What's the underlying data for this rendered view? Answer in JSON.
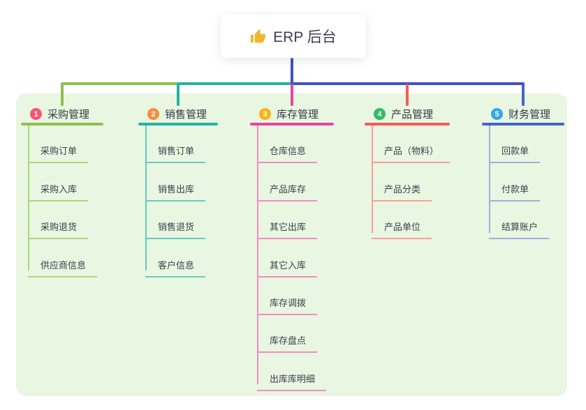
{
  "root": {
    "label": "ERP 后台",
    "icon": "thumbs-up",
    "line_color": "#3f51c1"
  },
  "panel": {
    "background": "#e9f6e1"
  },
  "branches": [
    {
      "number": "1",
      "label": "采购管理",
      "badge_color": "#f6566f",
      "line_color": "#8dc053",
      "child_line_color": "#abd67f",
      "children": [
        "采购订单",
        "采购入库",
        "采购退货",
        "供应商信息"
      ]
    },
    {
      "number": "2",
      "label": "销售管理",
      "badge_color": "#fa8c42",
      "line_color": "#23b3a4",
      "child_line_color": "#66cabd",
      "children": [
        "销售订单",
        "销售出库",
        "销售退货",
        "客户信息"
      ]
    },
    {
      "number": "3",
      "label": "库存管理",
      "badge_color": "#fbb117",
      "line_color": "#e6459e",
      "child_line_color": "#f18cc4",
      "children": [
        "仓库信息",
        "产品库存",
        "其它出库",
        "其它入库",
        "库存调拨",
        "库存盘点",
        "出库库明细"
      ]
    },
    {
      "number": "4",
      "label": "产品管理",
      "badge_color": "#2dbd64",
      "line_color": "#f85a55",
      "child_line_color": "#fa9e9b",
      "children": [
        "产品（物料）",
        "产品分类",
        "产品单位"
      ]
    },
    {
      "number": "5",
      "label": "财务管理",
      "badge_color": "#35a6e7",
      "line_color": "#4363cf",
      "child_line_color": "#9daee0",
      "children": [
        "回款单",
        "付款单",
        "结算账户"
      ]
    }
  ]
}
